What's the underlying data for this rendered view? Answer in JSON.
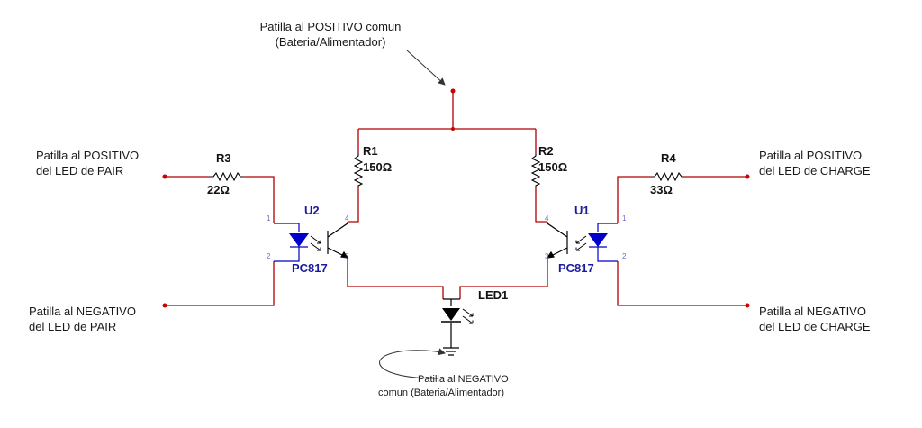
{
  "labels": {
    "pos_common": [
      "Patilla al POSITIVO comun",
      "(Bateria/Alimentador)"
    ],
    "pos_pair": [
      "Patilla al POSITIVO",
      "del LED de PAIR"
    ],
    "neg_pair": [
      "Patilla al NEGATIVO",
      "del LED de PAIR"
    ],
    "pos_charge": [
      "Patilla al POSITIVO",
      "del LED de CHARGE"
    ],
    "neg_charge": [
      "Patilla al NEGATIVO",
      "del LED de CHARGE"
    ],
    "neg_common": [
      "Patilla al NEGATIVO",
      "comun (Bateria/Alimentador)"
    ]
  },
  "components": {
    "r1": {
      "ref": "R1",
      "value": "150Ω"
    },
    "r2": {
      "ref": "R2",
      "value": "150Ω"
    },
    "r3": {
      "ref": "R3",
      "value": "22Ω"
    },
    "r4": {
      "ref": "R4",
      "value": "33Ω"
    },
    "u1": {
      "ref": "U1",
      "part": "PC817"
    },
    "u2": {
      "ref": "U2",
      "part": "PC817"
    },
    "led1": {
      "ref": "LED1"
    }
  },
  "pins": {
    "p1": "1",
    "p2": "2",
    "p3": "3",
    "p4": "4"
  },
  "colors": {
    "wire": "#b00000",
    "component": "#000000",
    "optocoupler": "#0000cc",
    "terminal": "#cc0000"
  }
}
